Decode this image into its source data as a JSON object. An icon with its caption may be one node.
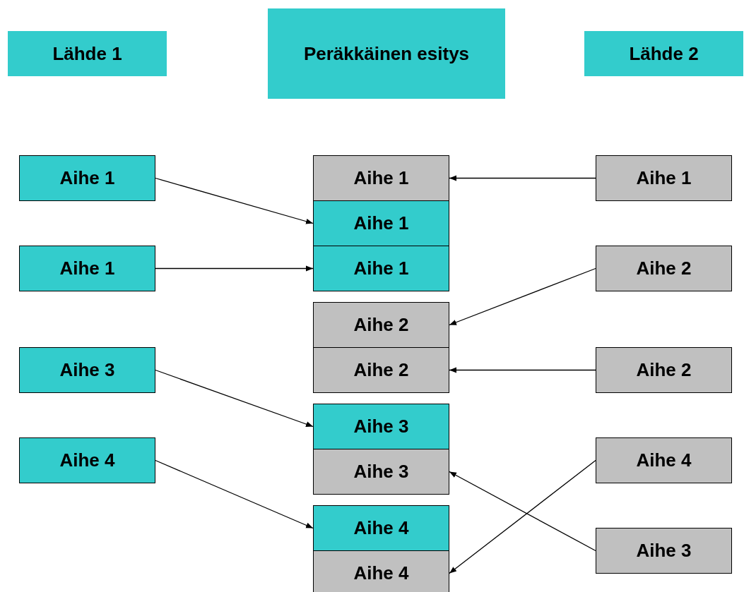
{
  "diagram": {
    "nodes": [
      {
        "text": [
          "Lähde 1"
        ]
      },
      {
        "text": [
          "Peräkkäinen esitys"
        ]
      },
      {
        "text": [
          "Lähde 2"
        ]
      },
      {
        "text": [
          "Aihe 1"
        ]
      },
      {
        "text": [
          "Aihe 1"
        ]
      },
      {
        "text": [
          "Aihe 3"
        ]
      },
      {
        "text": [
          "Aihe 4"
        ]
      },
      {
        "text": [
          "Aihe 1"
        ]
      },
      {
        "text": [
          "Aihe 1"
        ]
      },
      {
        "text": [
          "Aihe 1"
        ]
      },
      {
        "text": [
          "Aihe 2"
        ]
      },
      {
        "text": [
          "Aihe 2"
        ]
      },
      {
        "text": [
          "Aihe 3"
        ]
      },
      {
        "text": [
          "Aihe 3"
        ]
      },
      {
        "text": [
          "Aihe 4"
        ]
      },
      {
        "text": [
          "Aihe 4"
        ]
      },
      {
        "text": [
          "Aihe 1"
        ]
      },
      {
        "text": [
          "Aihe 2"
        ]
      },
      {
        "text": [
          "Aihe 2"
        ]
      },
      {
        "text": [
          "Aihe 4"
        ]
      },
      {
        "text": [
          "Aihe 3"
        ]
      }
    ],
    "edges": [
      {
        "from": 3,
        "to": 8,
        "arrow": "to"
      },
      {
        "from": 4,
        "to": 9,
        "arrow": "to"
      },
      {
        "from": 5,
        "to": 12,
        "arrow": "to"
      },
      {
        "from": 6,
        "to": 14,
        "arrow": "to"
      },
      {
        "from": 16,
        "to": 7,
        "arrow": "to"
      },
      {
        "from": 17,
        "to": 10,
        "arrow": "to"
      },
      {
        "from": 18,
        "to": 11,
        "arrow": "to"
      },
      {
        "from": 19,
        "to": 15,
        "arrow": "to"
      },
      {
        "from": 20,
        "to": 13,
        "arrow": "to"
      }
    ]
  }
}
